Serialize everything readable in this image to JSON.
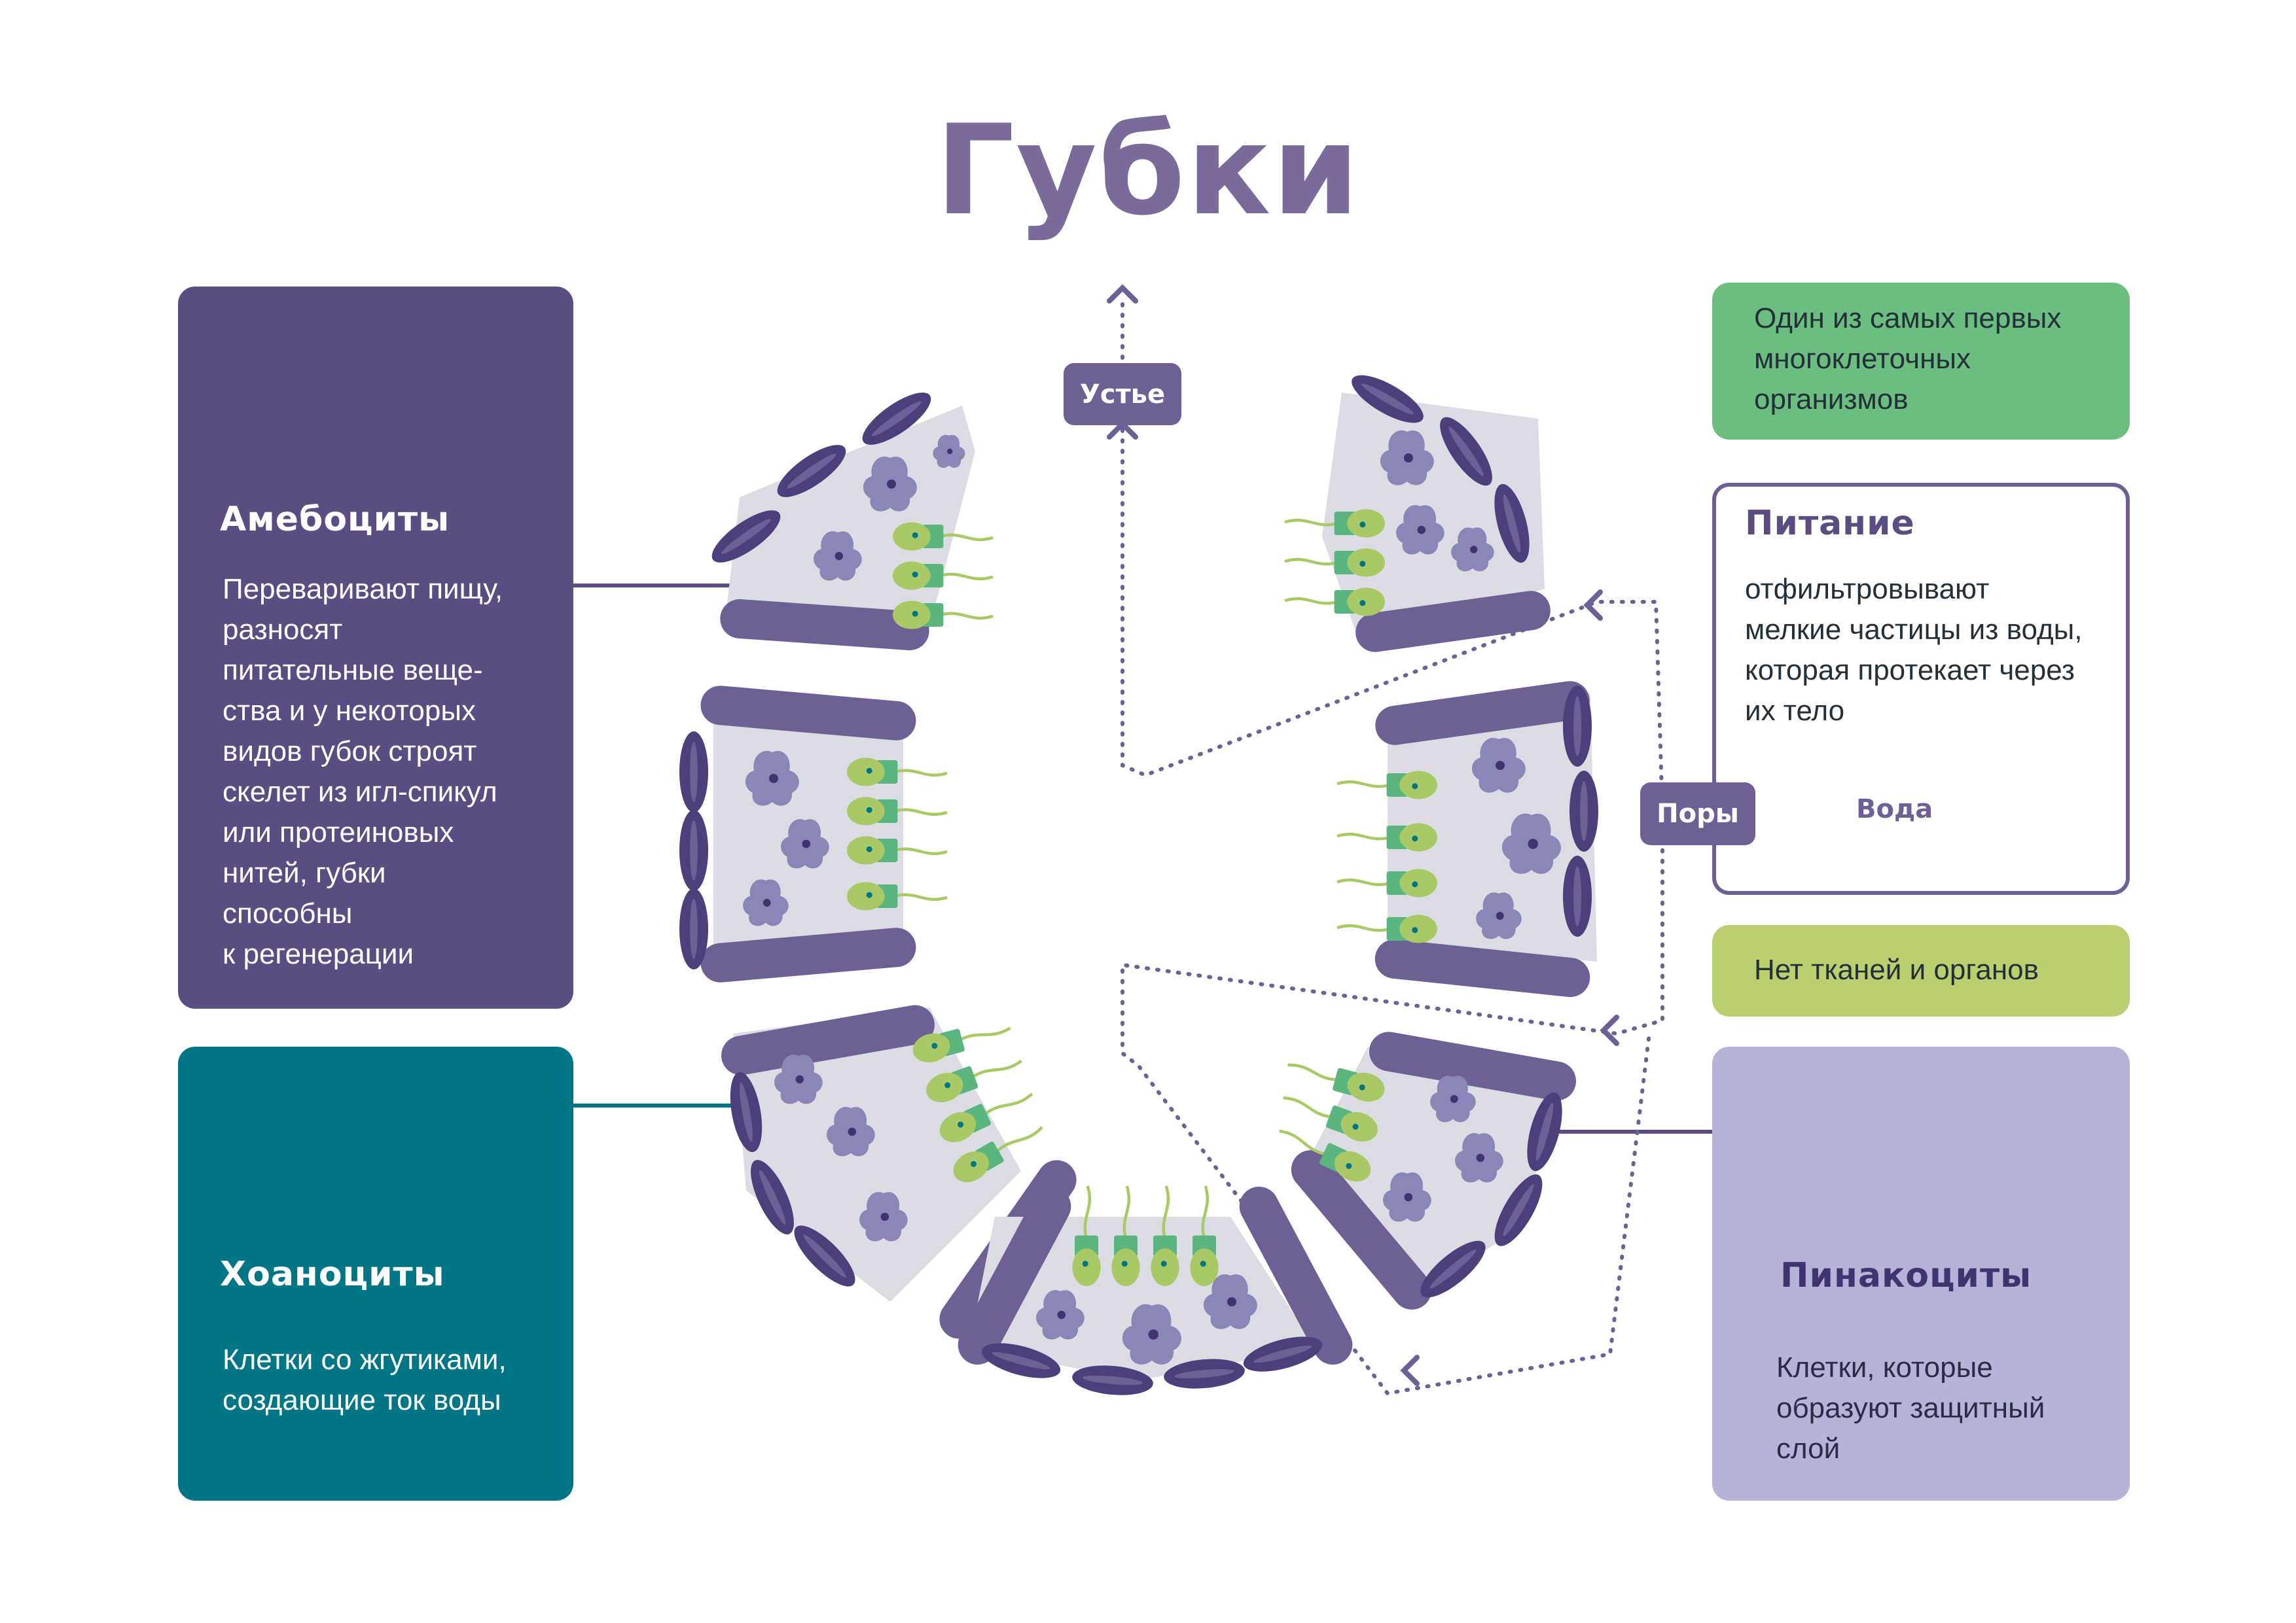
{
  "title": "Губки",
  "cards": {
    "amoebocytes": {
      "title": "Амебоциты",
      "text": "Переваривают пищу,\nразносят\nпитательные веще-\nства и у некоторых\nвидов губок строят\nскелет из игл-спикул\nили протеиновых\nнитей, губки\nспособны\nк регенерации"
    },
    "choanocytes": {
      "title": "Хоаноциты",
      "text": "Клетки со жгутиками,\nсоздающие ток воды"
    },
    "first_multicellular": {
      "text": "Один из самых первых\nмногоклеточных\nорганизмов"
    },
    "nutrition": {
      "title": "Питание",
      "text": "отфильтровывают\nмелкие частицы из воды,\nкоторая протекает через\nих тело"
    },
    "no_tissues": {
      "text": "Нет тканей и органов"
    },
    "pinacocytes": {
      "title": "Пинакоциты",
      "text": "Клетки, которые\nобразуют защитный\nслой"
    }
  },
  "labels": {
    "osculum": "Устье",
    "pores": "Поры",
    "water": "Вода"
  },
  "colors": {
    "purple_dark": "#5b4d82",
    "purple_light": "#b5b3d8",
    "teal": "#007585",
    "green": "#6bbd80",
    "lime": "#bad070",
    "title": "#7a6b9c",
    "pinacocyte": "#4d3f7c",
    "amoebocyte": "#8b86b8",
    "choanocyte_body": "#a8c965",
    "choanocyte_collar": "#5bb57f",
    "mesohyl": "#dcdde4"
  }
}
